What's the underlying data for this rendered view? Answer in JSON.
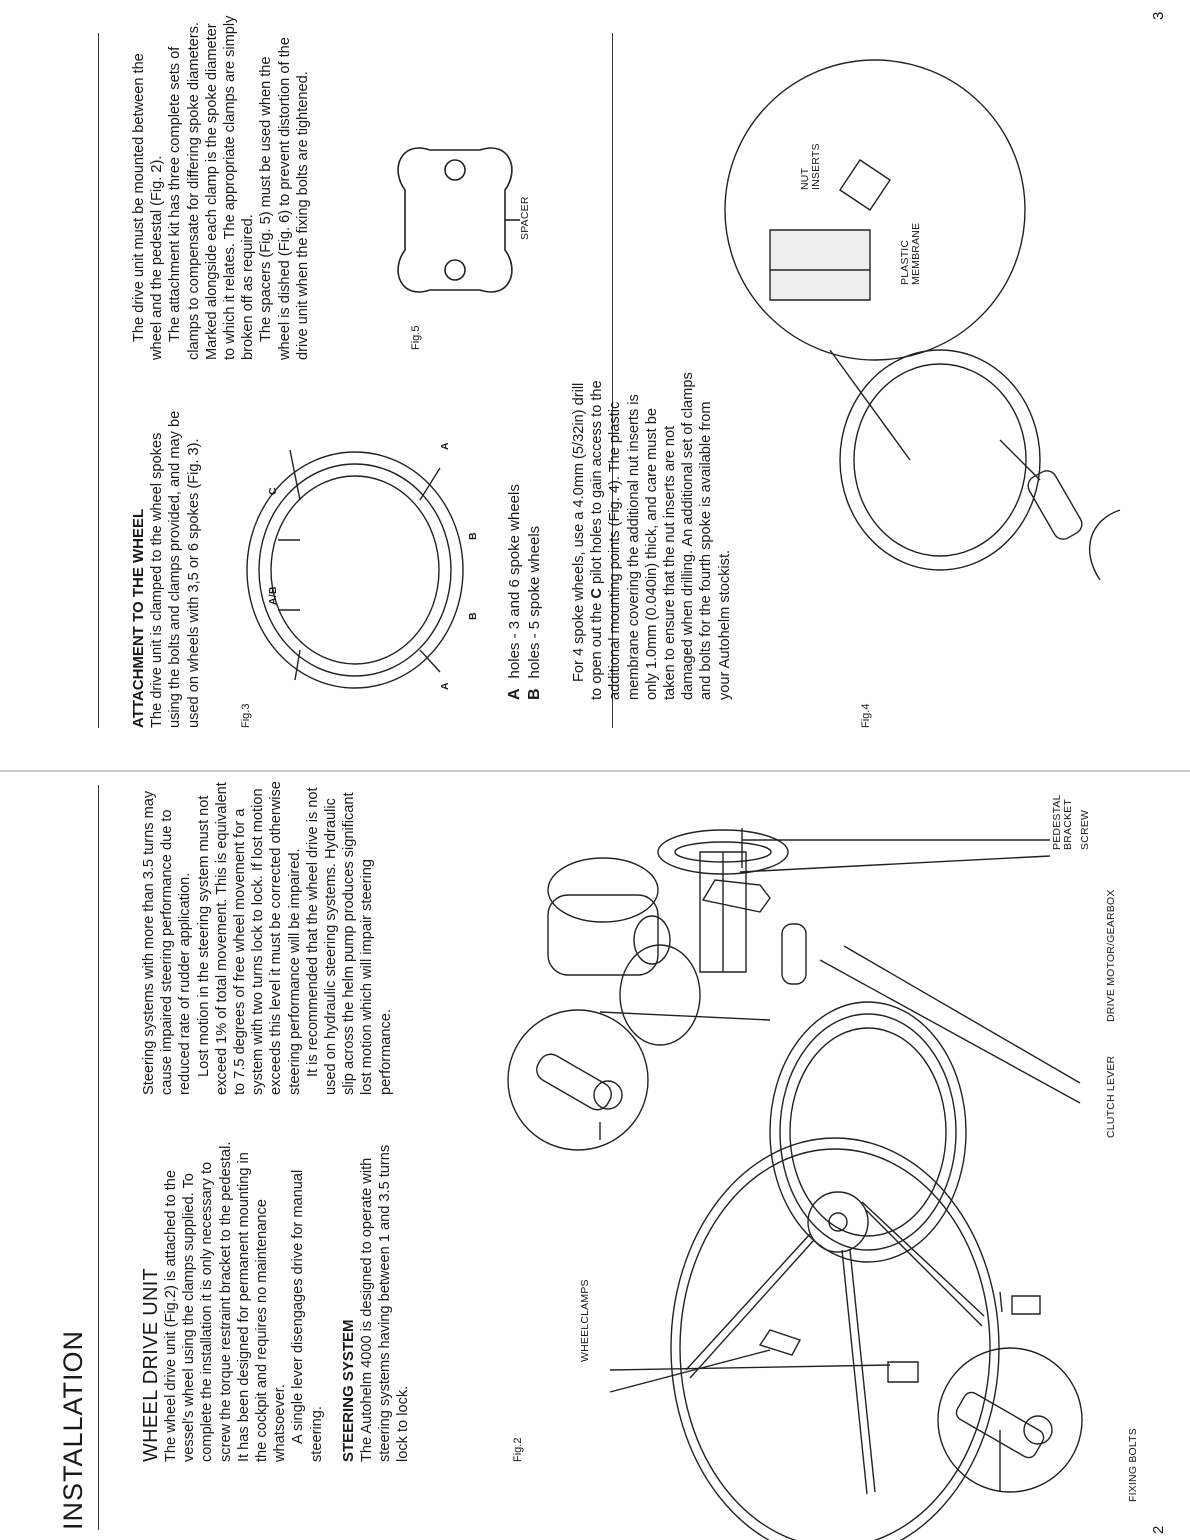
{
  "left_page": {
    "title": "INSTALLATION",
    "page_number": "2",
    "wheel_drive": {
      "heading": "WHEEL DRIVE UNIT",
      "p1": "The wheel drive unit (Fig.2) is attached to the vessel's wheel using the clamps supplied. To complete the installation it is only necessary to screw the torque restraint bracket to the pedestal. It has been designed for permanent mounting in the cockpit and requires no maintenance whatsoever.",
      "p2": "A single lever disengages drive for manual steering."
    },
    "steering_system": {
      "heading": "STEERING SYSTEM",
      "p1": "The Autohelm 4000 is designed to operate with steering systems having between 1 and 3.5 turns lock to lock."
    },
    "col2": {
      "p1": "Steering systems with more than 3.5 turns may cause impaired steering performance due to reduced rate of rudder application.",
      "p2": "Lost motion in the steering system must not exceed 1% of total movement. This is equivalent to 7.5 degrees of free wheel movement for a system with two turns lock to lock. If lost motion exceeds this level it must be corrected otherwise steering performance will be impaired.",
      "p3": "It is recommended that the wheel drive is not used on hydraulic steering systems. Hydraulic slip across the helm pump produces significant lost motion which will impair steering performance."
    },
    "figure": {
      "caption": "Fig.2",
      "labels": {
        "wheelclamps": "WHEELCLAMPS",
        "fixing_bolts": "FIXING BOLTS",
        "clutch_lever": "CLUTCH LEVER",
        "drive_motor": "DRIVE MOTOR/GEARBOX",
        "pedestal_bracket_1": "PEDESTAL",
        "pedestal_bracket_2": "BRACKET",
        "screw": "SCREW"
      }
    }
  },
  "right_page": {
    "page_number": "3",
    "attachment": {
      "heading": "ATTACHMENT TO THE WHEEL",
      "p1": "The drive unit is clamped to the wheel spokes using the bolts and clamps provided, and may be used on wheels with 3,5 or 6 spokes (Fig. 3)."
    },
    "fig3": {
      "caption": "Fig.3",
      "labels": {
        "ab": "A/B",
        "a": "A",
        "b": "B",
        "c": "C"
      }
    },
    "legend": [
      {
        "key": "A",
        "text": "holes - 3 and 6 spoke wheels"
      },
      {
        "key": "B",
        "text": "holes - 5 spoke wheels"
      }
    ],
    "four_spoke": {
      "p_pre": "For 4 spoke wheels, use a 4.0mm (5/32in) drill to open out the ",
      "p_key": "C",
      "p_post": " pilot holes to gain access to the additional mounting points (Fig. 4). The plastic membrane covering the additional nut inserts is only 1.0mm (0.040in) thick, and care must be taken to ensure that the nut inserts are not damaged when drilling. An additional set of clamps and bolts for the fourth spoke is available from your Autohelm stockist."
    },
    "fig4": {
      "caption": "Fig.4",
      "labels": {
        "nut_1": "NUT",
        "nut_2": "INSERTS",
        "plastic_1": "PLASTIC",
        "plastic_2": "MEMBRANE"
      }
    },
    "col2": {
      "p1": "The drive unit must be mounted between the wheel and the pedestal (Fig. 2).",
      "p2": "The attachment kit has three complete sets of clamps to compensate for differing spoke diameters. Marked alongside each clamp is the spoke diameter to which it relates. The appropriate clamps are simply broken off as required.",
      "p3": "The spacers (Fig. 5) must be used when the wheel is dished (Fig. 6) to prevent distortion of the drive unit when the fixing bolts are tightened."
    },
    "fig5": {
      "caption": "Fig.5",
      "label": "SPACER"
    }
  }
}
